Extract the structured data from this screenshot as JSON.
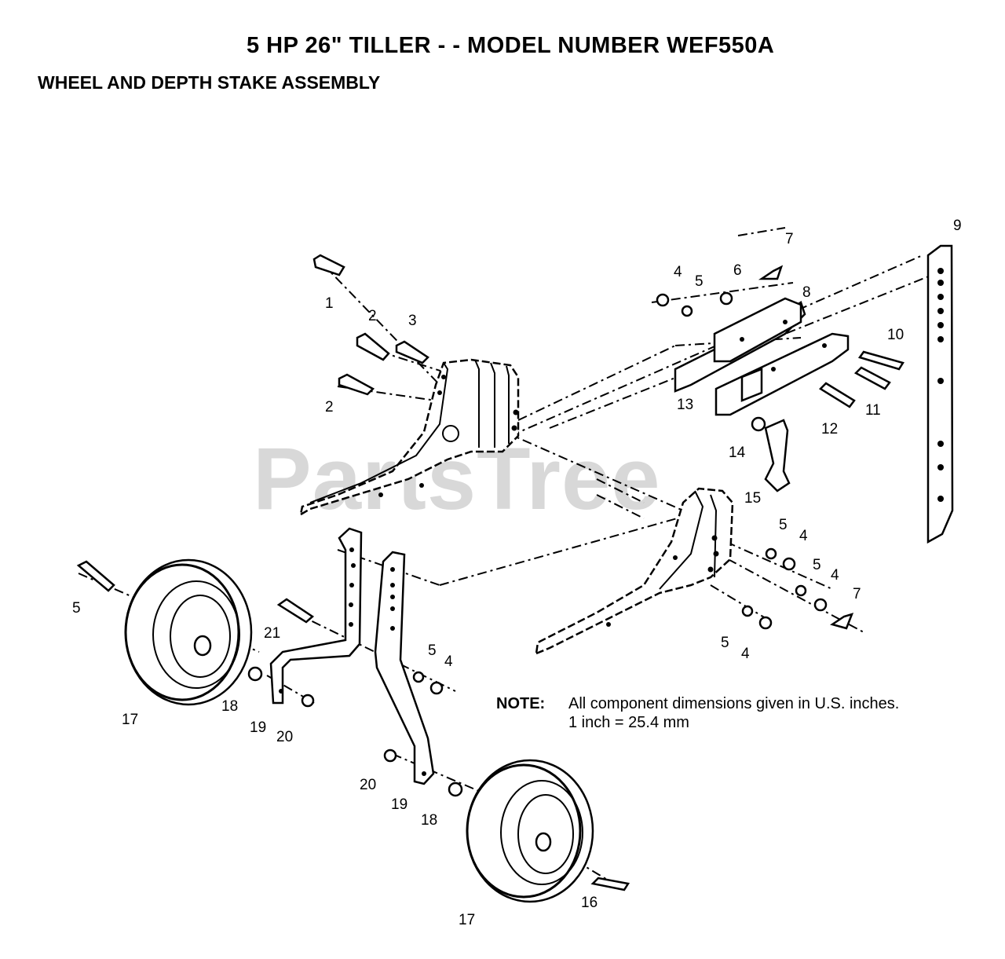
{
  "header": {
    "title": "5 HP  26\" TILLER - - MODEL NUMBER WEF550A",
    "subtitle": "WHEEL AND DEPTH STAKE ASSEMBLY"
  },
  "note": {
    "label": "NOTE:",
    "line1": "All component dimensions given in U.S. inches.",
    "line2": "1 inch = 25.4 mm"
  },
  "watermark": "PartsTree",
  "callouts": [
    "1",
    "2",
    "3",
    "2",
    "4",
    "5",
    "6",
    "7",
    "8",
    "9",
    "10",
    "11",
    "12",
    "13",
    "14",
    "15",
    "5",
    "4",
    "5",
    "4",
    "7",
    "5",
    "4",
    "5",
    "4",
    "21",
    "18",
    "17",
    "19",
    "20",
    "20",
    "19",
    "18",
    "17",
    "16",
    "5"
  ]
}
